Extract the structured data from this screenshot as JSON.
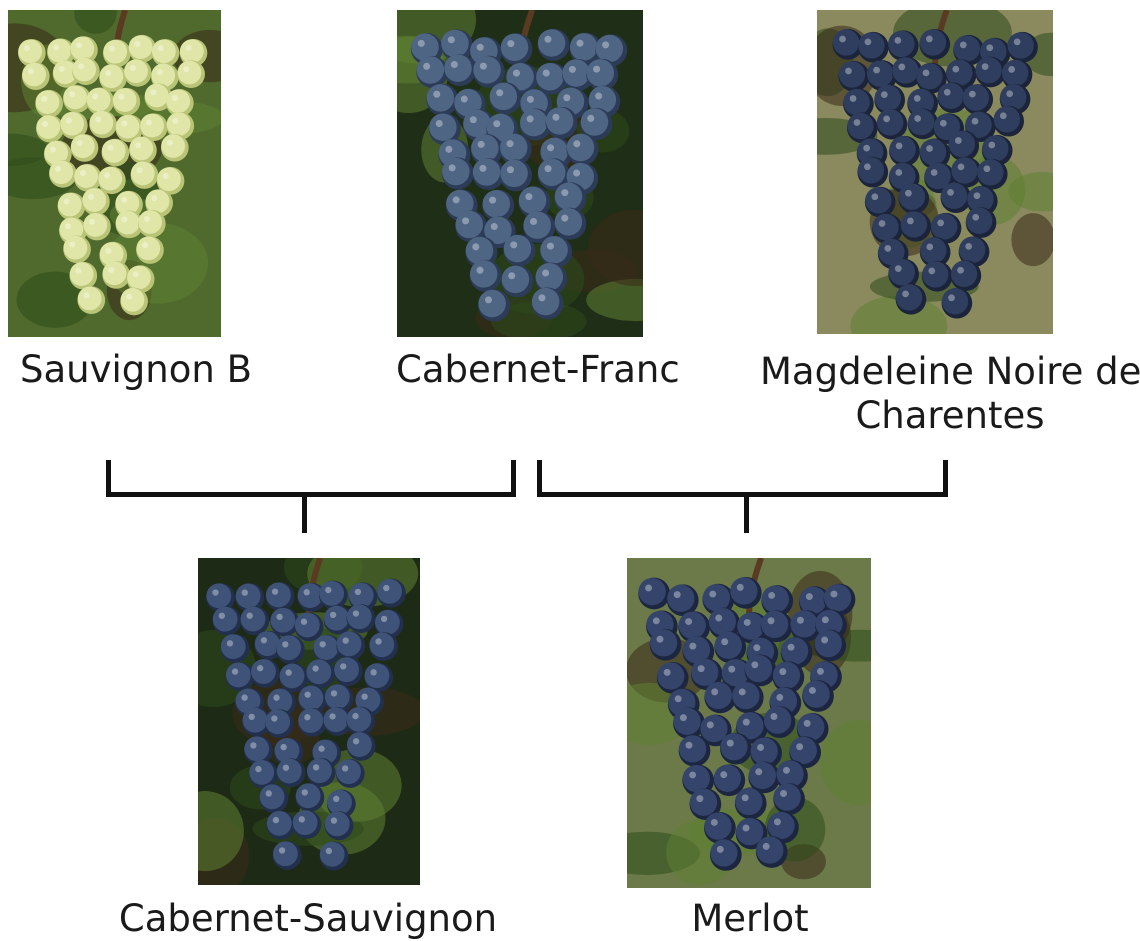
{
  "varieties": {
    "sauvignon_blanc": {
      "name": "Sauvignon B",
      "berry_color": "#dfe6a8",
      "berry_shade": "#b9c477",
      "bg_color": "#4f6a2c"
    },
    "cabernet_franc": {
      "name": "Cabernet-Franc",
      "berry_color": "#4f6584",
      "berry_shade": "#2c3c58",
      "bg_color": "#1f2e16"
    },
    "magdeleine": {
      "name_line1": "Magdeleine Noire des",
      "name_line2": "Charentes",
      "berry_color": "#2f3e5e",
      "berry_shade": "#1b243a",
      "bg_color": "#8a8a5e"
    },
    "cabernet_sauvignon": {
      "name": "Cabernet-Sauvignon",
      "berry_color": "#3e5377",
      "berry_shade": "#22304d",
      "bg_color": "#1d2a16"
    },
    "merlot": {
      "name": "Merlot",
      "berry_color": "#34446a",
      "berry_shade": "#1c2640",
      "bg_color": "#6b7a48"
    }
  },
  "colors": {
    "connector": "#111111",
    "text": "#1a1a1a"
  }
}
